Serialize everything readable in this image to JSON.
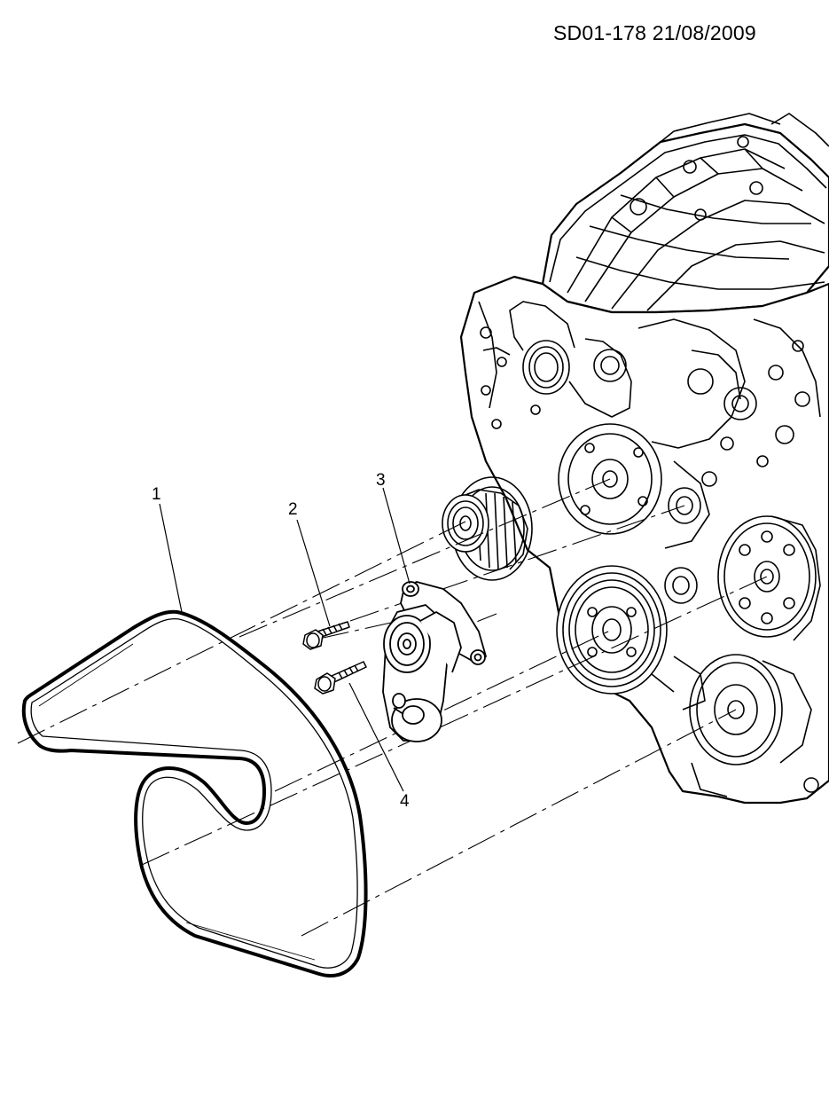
{
  "header": {
    "doc_ref": "SD01-178 21/08/2009"
  },
  "callouts": [
    {
      "number": "1",
      "part": "drive belt"
    },
    {
      "number": "2",
      "part": "bolt"
    },
    {
      "number": "3",
      "part": "belt tensioner"
    },
    {
      "number": "4",
      "part": "bolt"
    }
  ],
  "colors": {
    "line": "#000000",
    "background": "#ffffff"
  }
}
